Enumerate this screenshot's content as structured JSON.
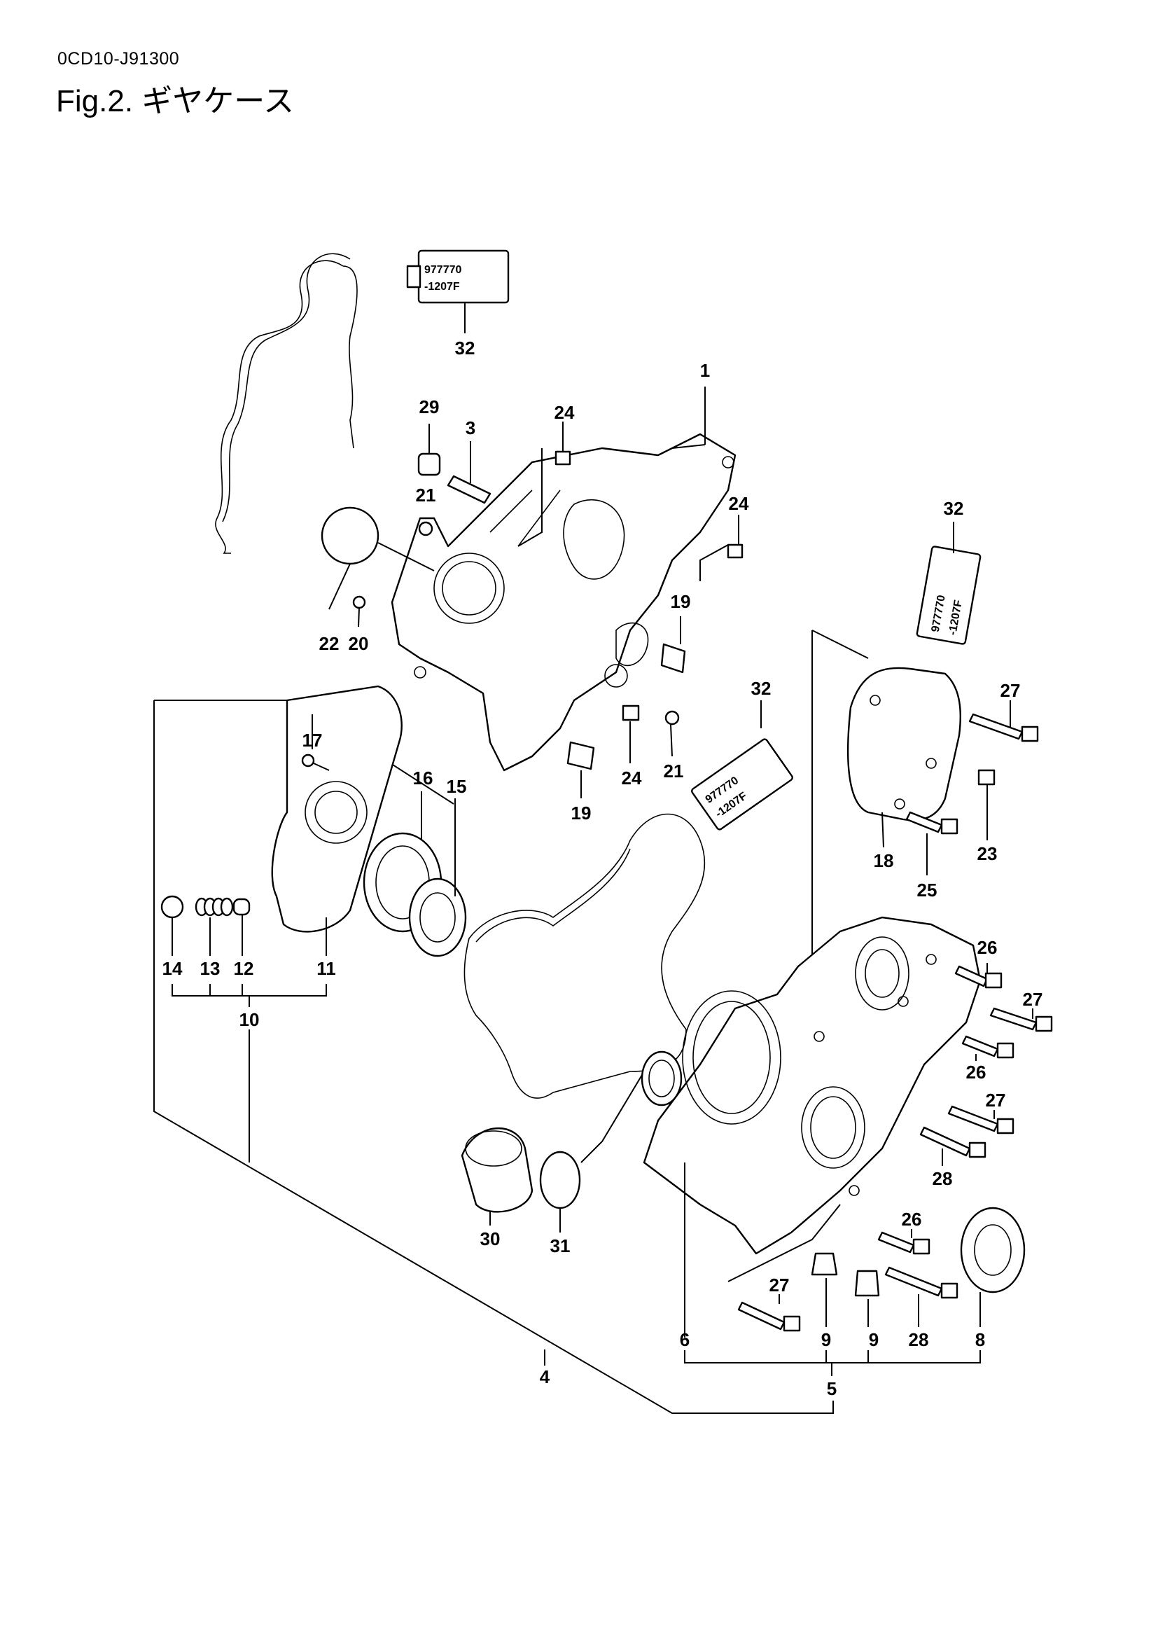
{
  "header": {
    "doc_code": "0CD10-J91300",
    "fig_title": "Fig.2.  ギヤケース"
  },
  "diagram": {
    "callouts": {
      "p1": "1",
      "p3": "3",
      "p4": "4",
      "p5": "5",
      "p6": "6",
      "p8": "8",
      "p9a": "9",
      "p9b": "9",
      "p10": "10",
      "p11": "11",
      "p12": "12",
      "p13": "13",
      "p14": "14",
      "p15": "15",
      "p16": "16",
      "p17": "17",
      "p18": "18",
      "p19a": "19",
      "p19b": "19",
      "p20": "20",
      "p21a": "21",
      "p21b": "21",
      "p22": "22",
      "p23": "23",
      "p24a": "24",
      "p24b": "24",
      "p24c": "24",
      "p25": "25",
      "p26a": "26",
      "p26b": "26",
      "p26c": "26",
      "p27a": "27",
      "p27b": "27",
      "p27c": "27",
      "p27d": "27",
      "p28a": "28",
      "p28b": "28",
      "p29": "29",
      "p30": "30",
      "p31": "31",
      "p32a": "32",
      "p32b": "32",
      "p32c": "32"
    },
    "sealant_tube": {
      "line1": "977770",
      "line2": "-1207F"
    }
  }
}
